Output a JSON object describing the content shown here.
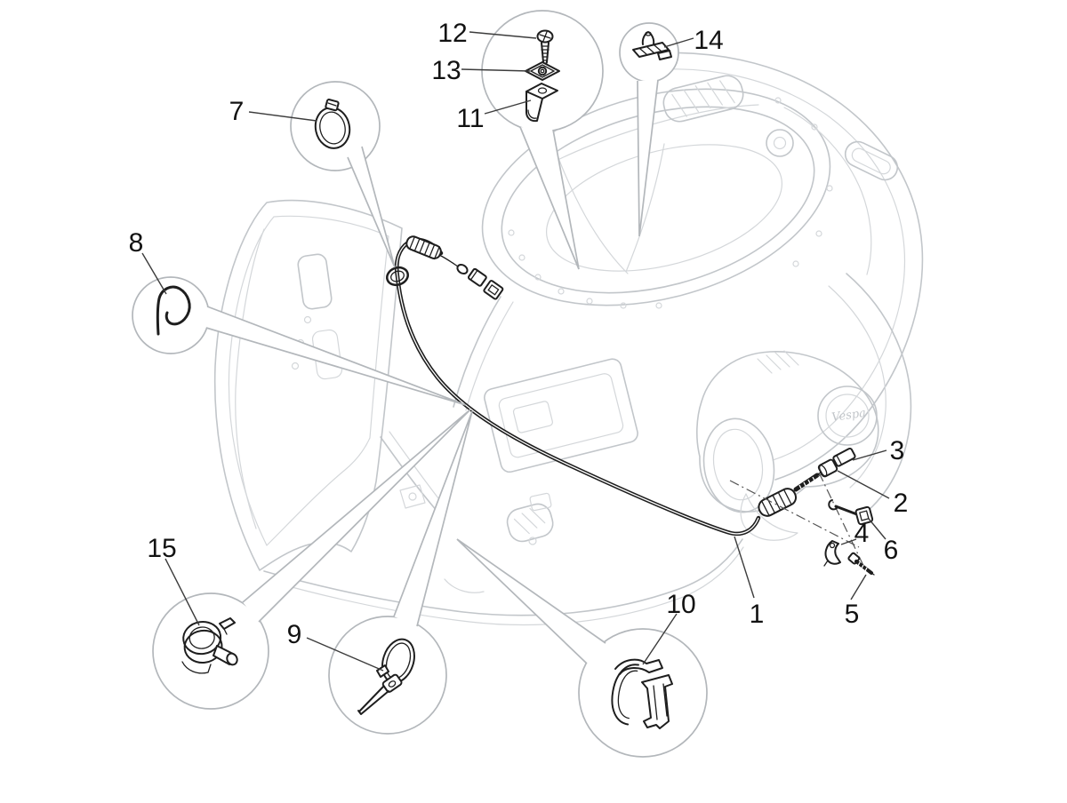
{
  "diagram": {
    "background_color": "#ffffff",
    "body_line_color": "#c2c6ca",
    "part_line_color": "#1e1e1e",
    "label_color": "#121212",
    "logo_text": "Vespa",
    "callouts": [
      {
        "number": "1"
      },
      {
        "number": "2"
      },
      {
        "number": "3"
      },
      {
        "number": "4"
      },
      {
        "number": "5"
      },
      {
        "number": "6"
      },
      {
        "number": "7"
      },
      {
        "number": "8"
      },
      {
        "number": "9"
      },
      {
        "number": "10"
      },
      {
        "number": "11"
      },
      {
        "number": "12"
      },
      {
        "number": "13"
      },
      {
        "number": "14"
      },
      {
        "number": "15"
      }
    ]
  }
}
